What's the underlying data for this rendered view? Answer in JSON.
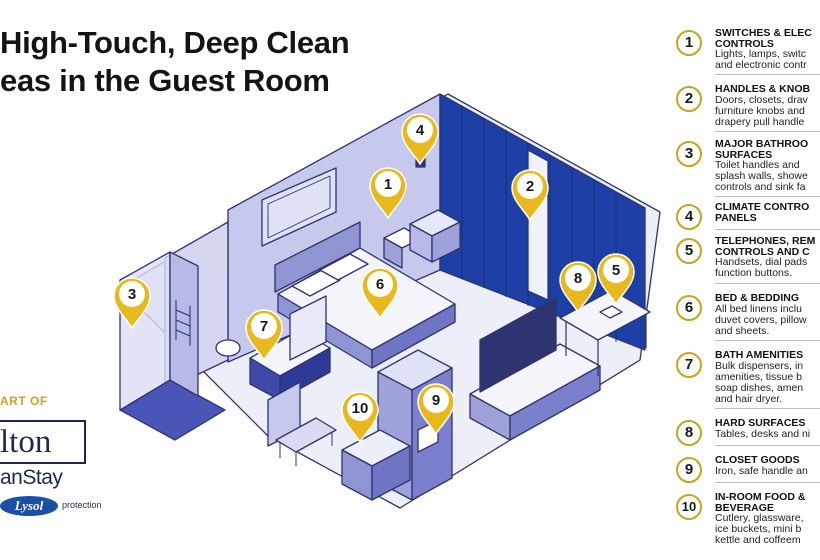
{
  "title": {
    "line1": "High-Touch, Deep Clean",
    "line2": "eas in the Guest Room"
  },
  "branding": {
    "part_of": "ART OF",
    "hilton": "lton",
    "cleanstay": "anStay",
    "lysol": "Lysol",
    "protection": "protection"
  },
  "legend": [
    {
      "num": "1",
      "title": "SWITCHES & ELEC\nCONTROLS",
      "desc": "Lights, lamps, switc\nand electronic contr"
    },
    {
      "num": "2",
      "title": "HANDLES & KNOB",
      "desc": "Doors, closets, drav\nfurniture knobs and\ndrapery pull handle"
    },
    {
      "num": "3",
      "title": "MAJOR BATHROO\nSURFACES",
      "desc": "Toilet handles and\nsplash walls, showe\ncontrols and sink fa"
    },
    {
      "num": "4",
      "title": "CLIMATE CONTRO\nPANELS",
      "desc": ""
    },
    {
      "num": "5",
      "title": "TELEPHONES, REM\nCONTROLS AND C",
      "desc": "Handsets, dial pads\nfunction buttons."
    },
    {
      "num": "6",
      "title": "BED & BEDDING",
      "desc": "All bed linens inclu\nduvet covers, pillow\nand sheets."
    },
    {
      "num": "7",
      "title": "BATH AMENITIES",
      "desc": "Bulk dispensers, in\namenities, tissue b\nsoap dishes, amen\nand hair dryer."
    },
    {
      "num": "8",
      "title": "HARD SURFACES",
      "desc": "Tables, desks and ni"
    },
    {
      "num": "9",
      "title": "CLOSET GOODS",
      "desc": "Iron, safe handle an"
    },
    {
      "num": "10",
      "title": "IN-ROOM FOOD &\nBEVERAGE",
      "desc": "Cutlery, glassware,\nice buckets, mini b\nkettle and coffeem"
    }
  ],
  "pins": [
    "1",
    "2",
    "3",
    "4",
    "5",
    "6",
    "7",
    "8",
    "9",
    "10"
  ],
  "colors": {
    "gold": "#e9b81d",
    "navy": "#1b2a52",
    "curtain": "#1e40a6",
    "wall": "#c4c7ea",
    "floor": "#e9eaf6",
    "outline": "#2e3470"
  }
}
